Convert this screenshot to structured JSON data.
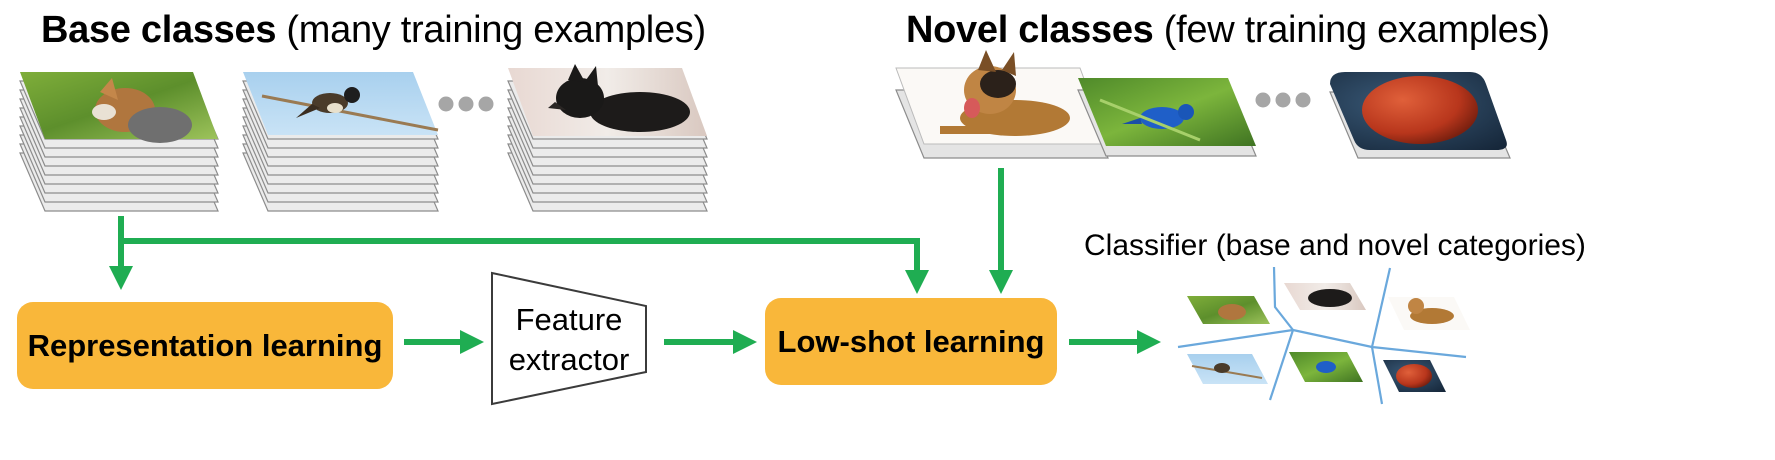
{
  "base_heading": {
    "bold": "Base classes",
    "rest": " (many training examples)"
  },
  "novel_heading": {
    "bold": "Novel classes",
    "rest": " (few training examples)"
  },
  "representation_box": "Representation learning",
  "feature_extractor": {
    "line1": "Feature",
    "line2": "extractor"
  },
  "lowshot_box": "Low-shot learning",
  "classifier_caption": "Classifier (base and novel categories)",
  "colors": {
    "arrow": "#1fad52",
    "box": "#f9b73a",
    "divider": "#6aa8dc",
    "ellipsis": "#a6a6a6"
  },
  "icons": [
    "fox-image",
    "bird-image",
    "dog-image",
    "dog-novel-image",
    "bluebird-image",
    "fruit-image"
  ]
}
